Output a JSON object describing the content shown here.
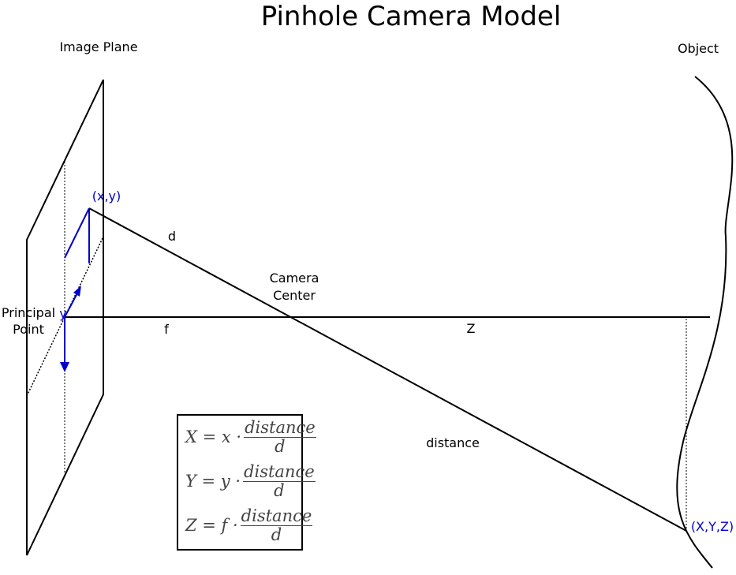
{
  "title": "Pinhole Camera Model",
  "labels": {
    "image_plane": "Image Plane",
    "object": "Object",
    "image_point": "(x,y)",
    "d": "d",
    "camera_center_line1": "Camera",
    "camera_center_line2": "Center",
    "principal_line1": "Principal",
    "principal_line2": "Point",
    "y_axis": "y",
    "f": "f",
    "Z": "Z",
    "distance": "distance",
    "world_point": "(X,Y,Z)"
  },
  "formulas": [
    {
      "lhs": "X = x ·",
      "num": "distance",
      "den": "d"
    },
    {
      "lhs": "Y = y ·",
      "num": "distance",
      "den": "d"
    },
    {
      "lhs": "Z = f ·",
      "num": "distance",
      "den": "d"
    }
  ],
  "colors": {
    "lines": "#000000",
    "accent": "#0000cc",
    "formula_text": "#444444"
  }
}
